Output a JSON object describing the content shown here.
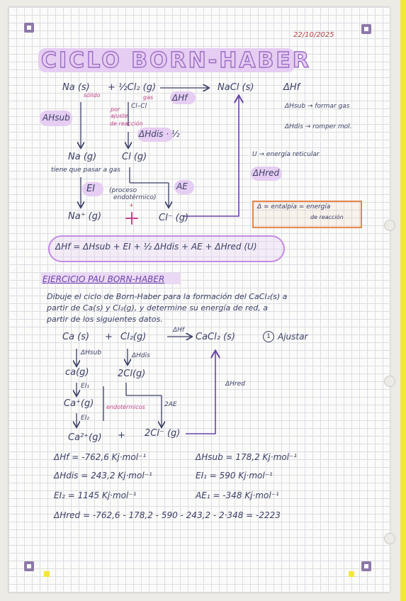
{
  "date": "22/10/2025",
  "title": "CICLO BORN-HABER",
  "diagram1": {
    "na_s": "Na (s)",
    "sublimation_note": "sólido",
    "half_cl2": "+ ½Cl₂ (g)",
    "gas_note": "gas",
    "nacl_s": "NaCl (s)",
    "dhf_right": "ΔHf",
    "dhf_box": "ΔHf",
    "cl_cl": "Cl–Cl",
    "por_ajuste": "por ajuste",
    "de_reaccion": "de reacción",
    "dhdis_half": "ΔHdis · ½",
    "ahsub": "AHsub",
    "na_g": "Na (g)",
    "cl_g": "Cl (g)",
    "tiene_que": "tiene que pasar a gas",
    "ei_label": "EI",
    "proceso": "(proceso",
    "endotermico": "endotérmico)",
    "plus_small": "+",
    "ae_label": "AE",
    "na_plus": "Na⁺ (g)",
    "big_plus": "+",
    "cl_minus": "Cl⁻ (g)",
    "dhsub_def": "ΔHsub → formar gas",
    "dhdis_def": "ΔHdis → romper mol.",
    "u_def": "U → energía reticular",
    "dhred": "ΔHred",
    "delta_def_1": "Δ = entalpía = energía",
    "delta_def_2": "de reacción",
    "equation": "ΔHf = ΔHsub + EI + ½ ΔHdis + AE + ΔHred (U)"
  },
  "exercise": {
    "heading": "EJERCICIO PAU BORN-HABER",
    "prompt_1": "Dibuje el ciclo de Born-Haber para la formación del CaCl₂(s) a",
    "prompt_2": "partir de Ca(s) y Cl₂(g), y determine su energía de red, a",
    "prompt_3": "partir de los siguientes datos.",
    "ca_s": "Ca (s)",
    "plus1": "+",
    "cl2_g": "Cl₂(g)",
    "dhf": "ΔHf",
    "cacl2_s": "CaCl₂ (s)",
    "ajustar_num": "1",
    "ajustar": "Ajustar",
    "dhsub": "ΔHsub",
    "dhdis": "ΔHdis",
    "ca_g": "ca(g)",
    "two_cl_g": "2Cl(g)",
    "ei1": "EI₁",
    "ca_plus": "Ca⁺(g)",
    "endotermicos": "endotérmicos",
    "two_ae": "2AE",
    "ei2": "EI₂",
    "dhred": "ΔHred",
    "ca_2plus": "Ca²⁺(g)",
    "plus2": "+",
    "two_cl_minus": "2Cl⁻ (g)",
    "data": [
      "ΔHf = -762,6 Kj·mol⁻¹",
      "ΔHsub = 178,2 Kj·mol⁻¹",
      "ΔHdis = 243,2 Kj·mol⁻¹",
      "EI₁ = 590 Kj·mol⁻¹",
      "EI₂ = 1145 Kj·mol⁻¹",
      "AE₁ = -348 Kj·mol⁻¹"
    ],
    "result": "ΔHred = -762,6 - 178,2 - 590 - 243,2 - 2·348 = -2223"
  }
}
